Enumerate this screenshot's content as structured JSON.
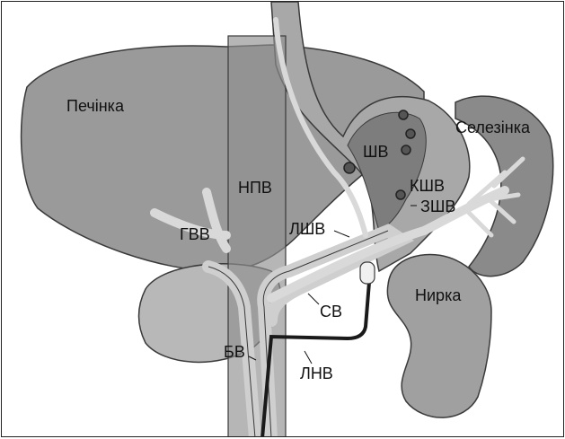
{
  "labels": {
    "liver": "Печінка",
    "ivc": "НПВ",
    "hepatic_vein": "ГВВ",
    "stomach_veins": "ШВ",
    "short_gastric_veins": "КШВ",
    "posterior_gastric_veins": "ЗШВ",
    "spleen": "Селезінка",
    "left_gastric_vein": "ЛШВ",
    "splenic_vein": "СВ",
    "kidney": "Нирка",
    "portal_vein": "БВ",
    "left_renal_vein": "ЛНВ"
  },
  "colors": {
    "organ_fill": "#9a9a9a",
    "organ_dark": "#6f6f6f",
    "vessel_fill": "#d9d9d9",
    "outline": "#3a3a3a",
    "shunt_line": "#1a1a1a"
  }
}
